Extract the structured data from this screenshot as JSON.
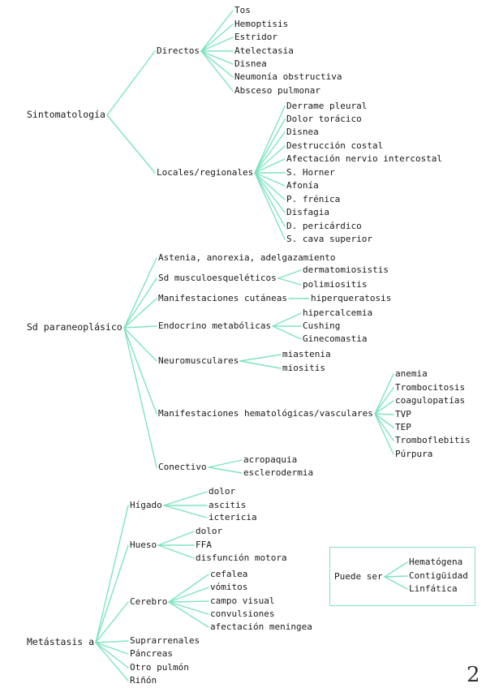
{
  "colors": {
    "branch": "#7fe3c1",
    "text": "#1a1a1a",
    "background": "#ffffff"
  },
  "page_number": "2",
  "sections": {
    "sintomatologia": {
      "label": "Sintomatología",
      "directos": {
        "label": "Directos",
        "items": [
          "Tos",
          "Hemoptisis",
          "Estridor",
          "Atelectasia",
          "Disnea",
          "Neumonía obstructiva",
          "Absceso pulmonar"
        ]
      },
      "locales": {
        "label": "Locales/regionales",
        "items": [
          "Derrame pleural",
          "Dolor torácico",
          "Disnea",
          "Destrucción costal",
          "Afectación nervio intercostal",
          "S. Horner",
          "Afonía",
          "P. frénica",
          "Disfagia",
          "D. pericárdico",
          "S. cava superior"
        ]
      }
    },
    "paraneoplasico": {
      "label": "Sd paraneoplásico",
      "astenia": {
        "label": "Astenia, anorexia, adelgazamiento"
      },
      "musculo": {
        "label": "Sd musculoesqueléticos",
        "items": [
          "dermatomiosistis",
          "polimiositis"
        ]
      },
      "cutaneas": {
        "label": "Manifestaciones cutáneas",
        "items": [
          "hiperqueratosis"
        ]
      },
      "endocrino": {
        "label": "Endocrino metabólicas",
        "items": [
          "hipercalcemia",
          "Cushing",
          "Ginecomastia"
        ]
      },
      "neuro": {
        "label": "Neuromusculares",
        "items": [
          "miastenia",
          "miositis"
        ]
      },
      "hemato": {
        "label": "Manifestaciones hematológicas/vasculares",
        "items": [
          "anemia",
          "Trombocitosis",
          "coagulopatías",
          "TVP",
          "TEP",
          "Tromboflebitis",
          "Púrpura"
        ]
      },
      "conectivo": {
        "label": "Conectivo",
        "items": [
          "acropaquia",
          "esclerodermia"
        ]
      }
    },
    "metastasis": {
      "label": "Metástasis a",
      "higado": {
        "label": "Hígado",
        "items": [
          "dolor",
          "ascitis",
          "ictericia"
        ]
      },
      "hueso": {
        "label": "Hueso",
        "items": [
          "dolor",
          "FFA",
          "disfunción motora"
        ]
      },
      "cerebro": {
        "label": "Cerebro",
        "items": [
          "cefalea",
          "vómitos",
          "campo visual",
          "convulsiones",
          "afectación meningea"
        ]
      },
      "suprarrenales": {
        "label": "Suprarrenales"
      },
      "pancreas": {
        "label": "Páncreas"
      },
      "otro_pulmon": {
        "label": "Otro pulmón"
      },
      "rinon": {
        "label": "Riñón"
      }
    },
    "puede_ser": {
      "label": "Puede ser",
      "items": [
        "Hematógena",
        "Contigüidad",
        "Linfática"
      ]
    }
  }
}
